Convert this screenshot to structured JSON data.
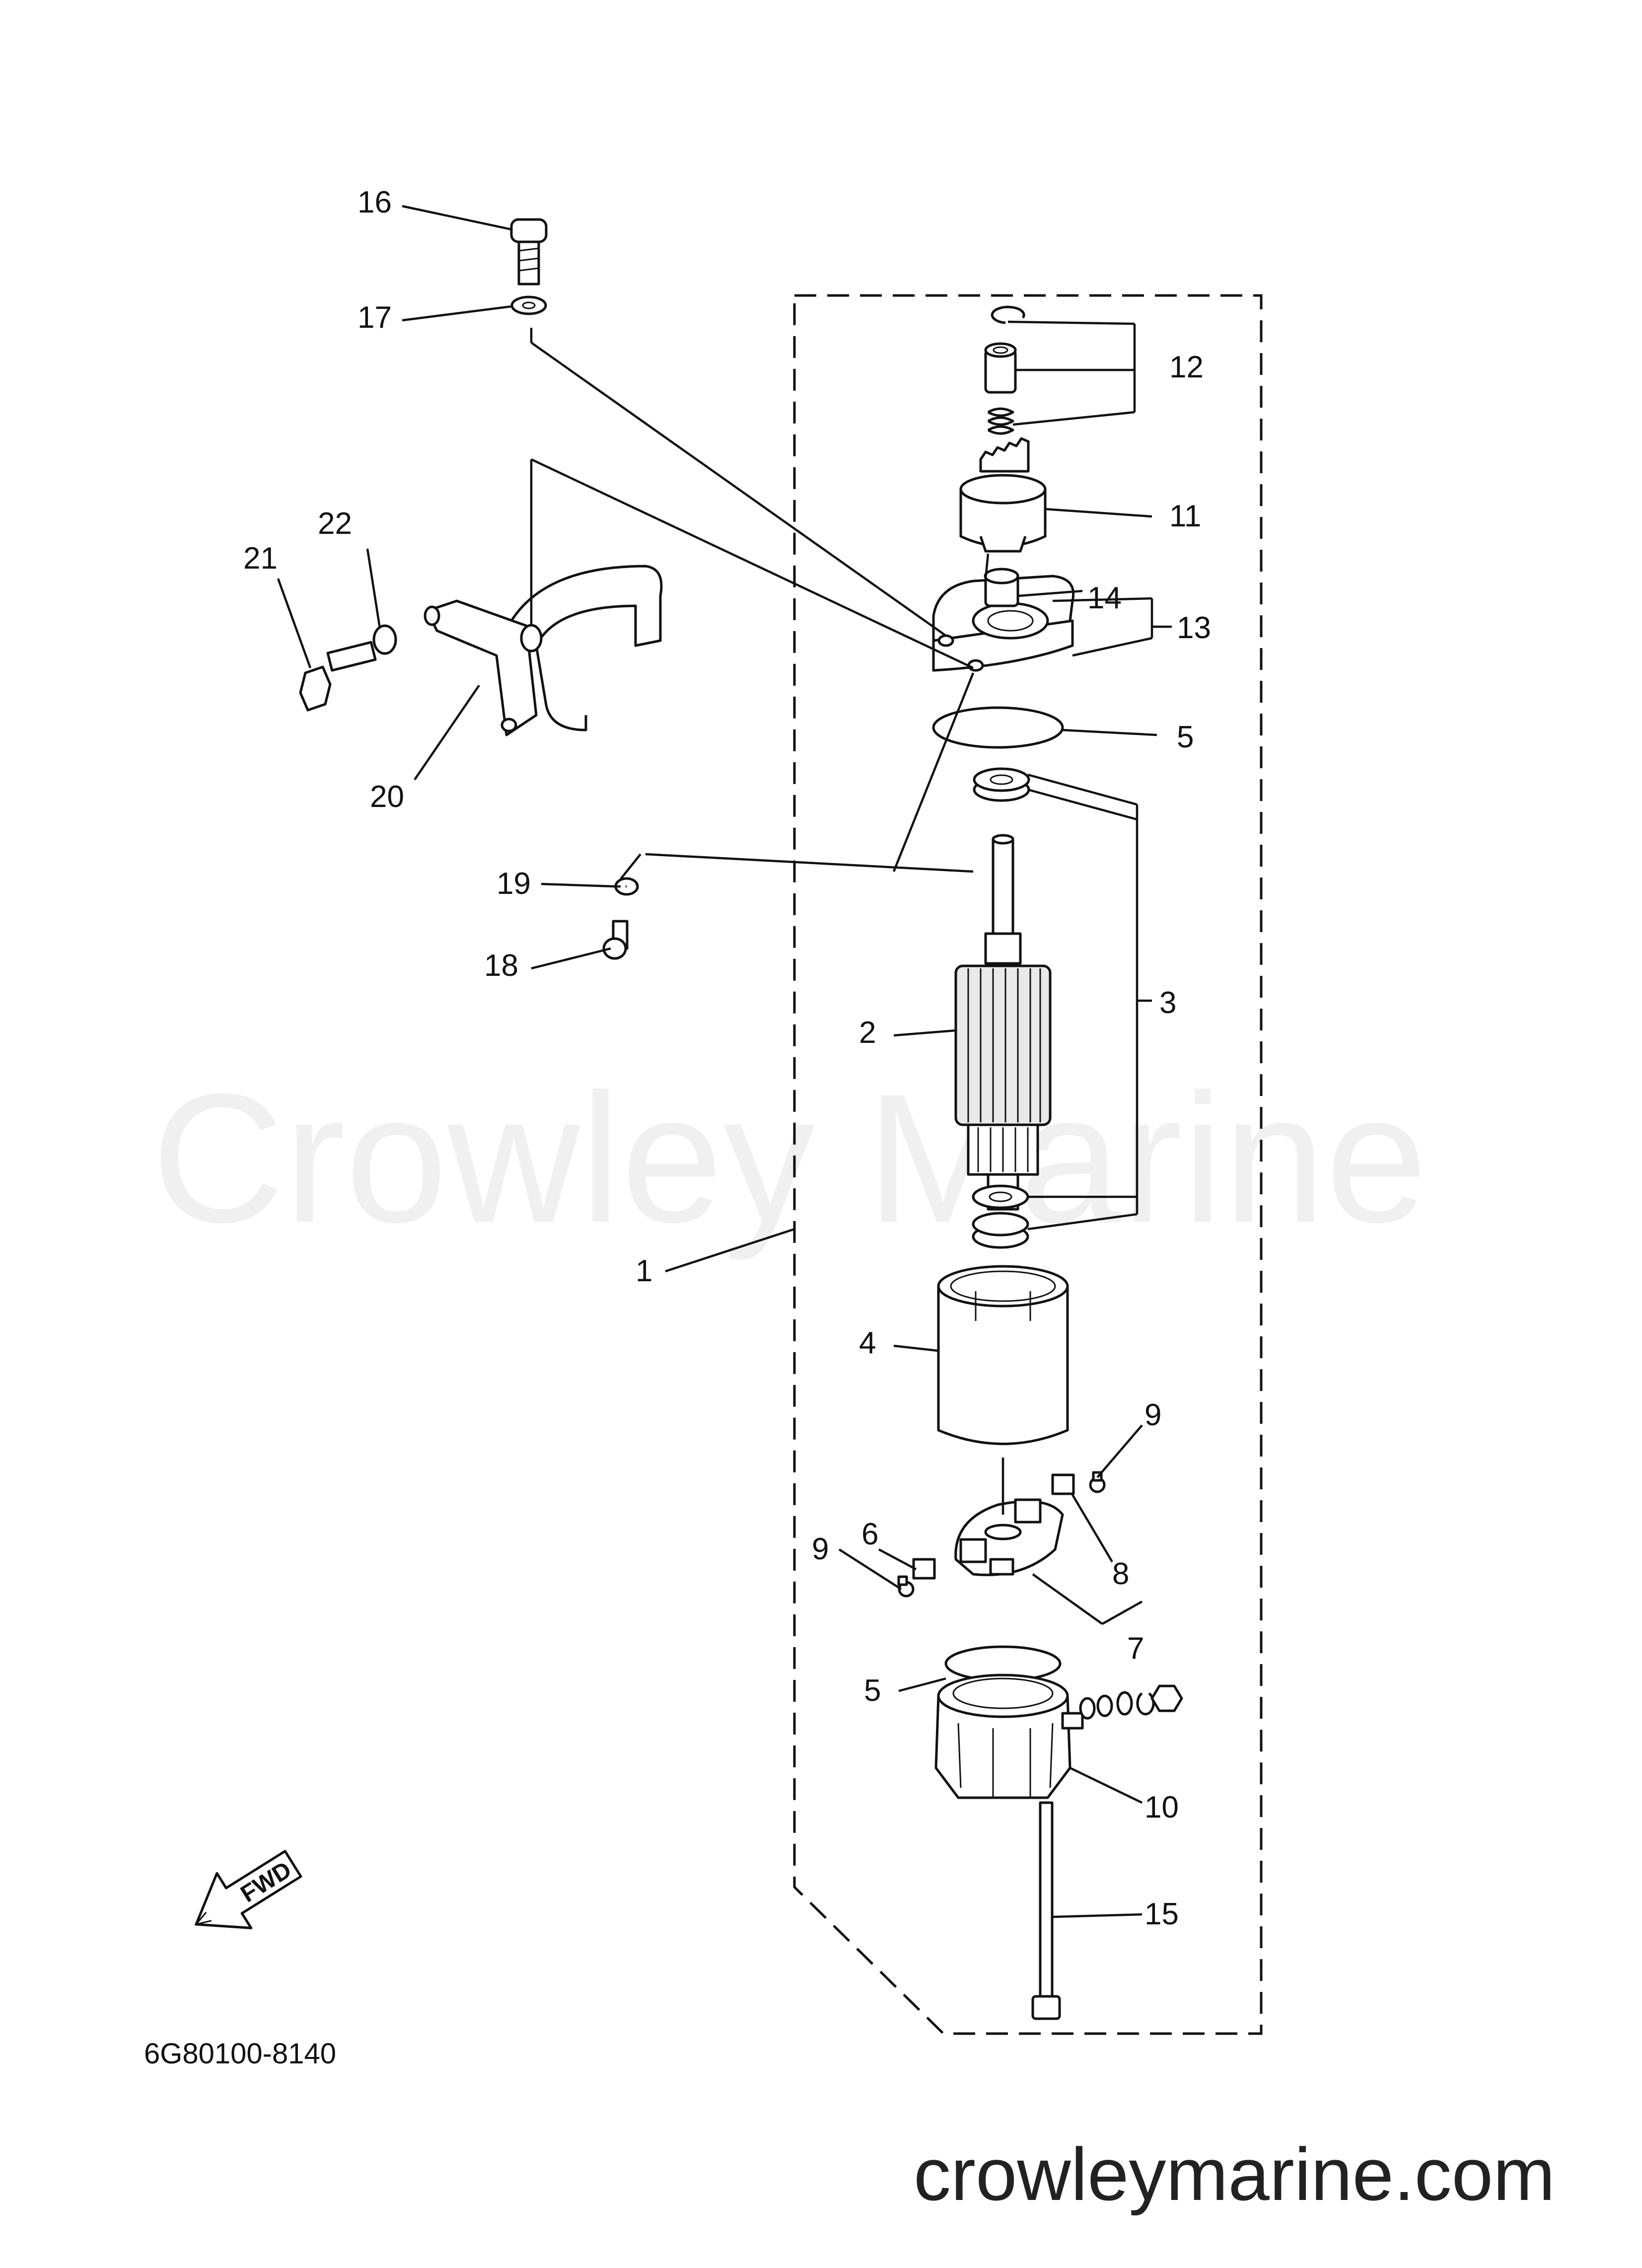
{
  "watermark": "Crowley Marine",
  "website": "crowleymarine.com",
  "diagram_code": "6G80100-8140",
  "fwd_label": "FWD",
  "callouts": [
    {
      "id": "c1",
      "text": "1"
    },
    {
      "id": "c2",
      "text": "2"
    },
    {
      "id": "c3",
      "text": "3"
    },
    {
      "id": "c4",
      "text": "4"
    },
    {
      "id": "c5a",
      "text": "5"
    },
    {
      "id": "c5b",
      "text": "5"
    },
    {
      "id": "c6",
      "text": "6"
    },
    {
      "id": "c7",
      "text": "7"
    },
    {
      "id": "c8",
      "text": "8"
    },
    {
      "id": "c9a",
      "text": "9"
    },
    {
      "id": "c9b",
      "text": "9"
    },
    {
      "id": "c10",
      "text": "10"
    },
    {
      "id": "c11",
      "text": "11"
    },
    {
      "id": "c12",
      "text": "12"
    },
    {
      "id": "c13",
      "text": "13"
    },
    {
      "id": "c14",
      "text": "14"
    },
    {
      "id": "c15",
      "text": "15"
    },
    {
      "id": "c16",
      "text": "16"
    },
    {
      "id": "c17",
      "text": "17"
    },
    {
      "id": "c18",
      "text": "18"
    },
    {
      "id": "c19",
      "text": "19"
    },
    {
      "id": "c20",
      "text": "20"
    },
    {
      "id": "c21",
      "text": "21"
    },
    {
      "id": "c22",
      "text": "22"
    }
  ]
}
